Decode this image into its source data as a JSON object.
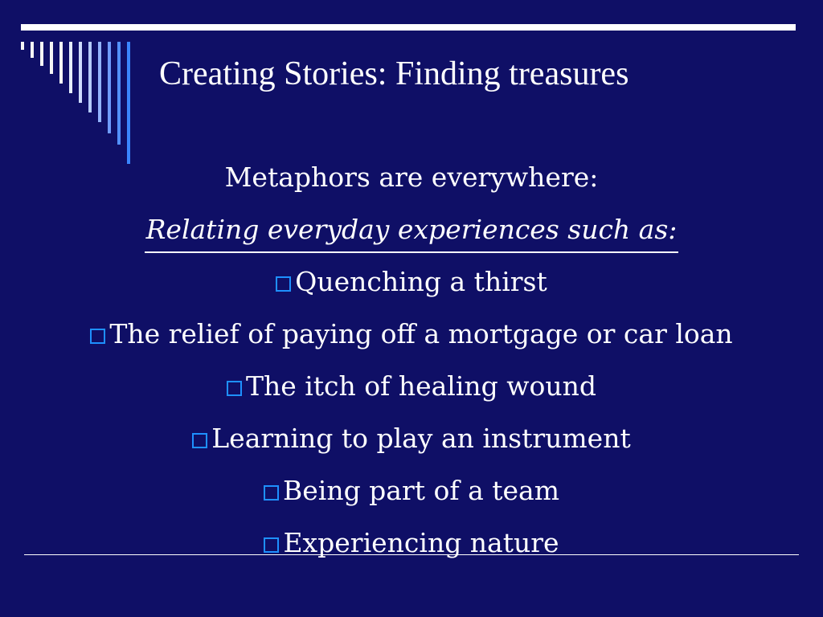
{
  "slide": {
    "title": "Creating Stories: Finding treasures",
    "heading": "Metaphors are everywhere:",
    "subheading": "Relating everyday experiences such as:",
    "items": [
      "Quenching a thirst",
      "The relief of paying off a mortgage or car loan",
      "The itch of healing wound",
      "Learning to play an instrument",
      "Being part of a team",
      "Experiencing nature"
    ],
    "bullet_icon": "hollow-square-icon"
  },
  "colors": {
    "background": "#0f0f66",
    "text": "#ffffff",
    "bullet": "#1e90ff",
    "stripe_light": "#f5f5f5",
    "stripe_dark": "#3a86ff"
  }
}
